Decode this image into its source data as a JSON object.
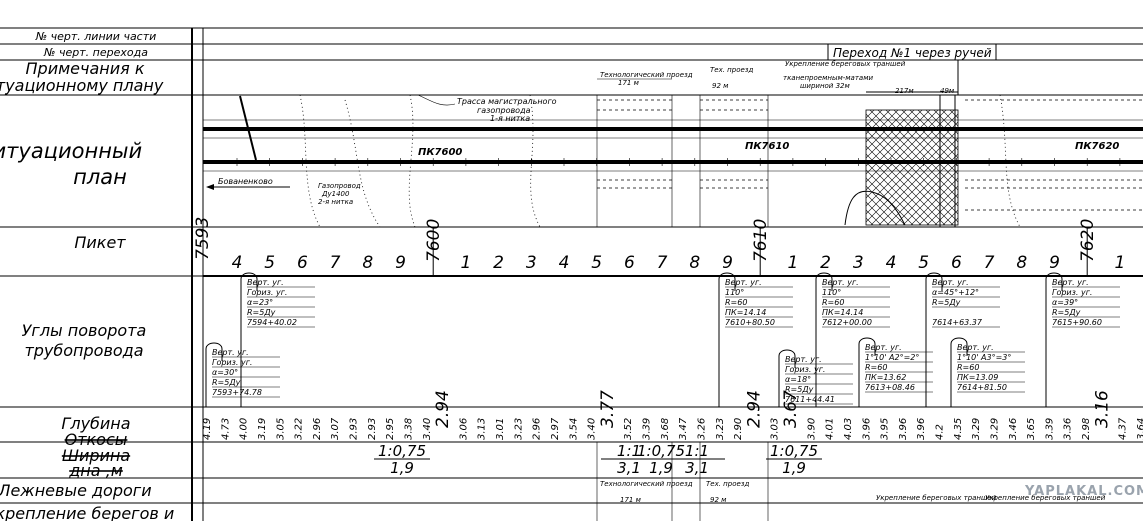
{
  "row_labels": {
    "line_sheet": "№ черт. линии части",
    "crossing_sheet": "№ черт. перехода",
    "notes_1": "Примечания к",
    "notes_2": "ситуационному плану",
    "situation_1": "Ситуационный",
    "situation_2": "план",
    "picket": "Пикет",
    "angles_1": "Углы поворота",
    "angles_2": "трубопровода",
    "depth": "Глубина",
    "slopes": "Откосы",
    "width_1": "Ширина",
    "width_2": "дна ,м",
    "roads": "Лежневые дороги",
    "banks": "Укрепление берегов и"
  },
  "header_notes": {
    "crossing_title": "Переход №1 через ручей",
    "tech_road_1": "Технологический проезд",
    "tech_road_len_1": "171 м",
    "tech_road_2": "Тех. проезд",
    "tech_road_len_2": "92 м",
    "bank_strength_1": "Укрепление береговых траншей",
    "bank_strength_2": "тканепроемным-матами",
    "bank_strength_3": "шириной 32м"
  },
  "plan_labels": {
    "route": "Трасса магистрального",
    "route_2": "газопровода",
    "route_3": "1-я нитка",
    "pk7600": "ПК7600",
    "pk7610": "ПК7610",
    "pk7620": "ПК7620",
    "direction": "Бованенково",
    "gas_1": "Газопровод",
    "gas_2": "Ду1400",
    "gas_3": "2-я нитка",
    "dim_217": "217м",
    "dim_49": "49м"
  },
  "pickets": {
    "start": "7593",
    "numbers": [
      "4",
      "5",
      "6",
      "7",
      "8",
      "9",
      "7600",
      "1",
      "2",
      "3",
      "4",
      "5",
      "6",
      "7",
      "8",
      "9",
      "7610",
      "1",
      "2",
      "3",
      "4",
      "5",
      "6",
      "7",
      "8",
      "9",
      "7620",
      "1"
    ]
  },
  "angles": [
    {
      "a": "Верт. уг.",
      "b": "Гориз. уг.",
      "c": "α=23°",
      "d": "R=5Ду",
      "e": "7594+40.02"
    },
    {
      "a": "Верт. уг.",
      "b": "Гориз. уг.",
      "c": "α=30°",
      "d": "R=5Ду",
      "e": "7593+74.78"
    },
    {
      "a": "Верт. уг.",
      "b": "110°",
      "c": "R=60",
      "d": "ПК=14.14",
      "e": "7610+80.50"
    },
    {
      "a": "Верт. уг.",
      "b": "110°",
      "c": "R=60",
      "d": "ПК=14.14",
      "e": "7612+00.00"
    },
    {
      "a": "Верт. уг.",
      "b": "Гориз. уг.",
      "c": "α=18°",
      "d": "R=5Ду",
      "e": "7611+44.41"
    },
    {
      "a": "Верт. уг.",
      "b": "1°10' A2°=2°",
      "c": "R=60",
      "d": "ПК=13.62",
      "e": "7613+08.46"
    },
    {
      "a": "Верт. уг.",
      "b": "α=45°+12°",
      "c": "R=5Ду",
      "d": "",
      "e": "7614+63.37"
    },
    {
      "a": "Верт. уг.",
      "b": "1°10' A3°=3°",
      "c": "R=60",
      "d": "ПК=13.09",
      "e": "7614+81.50"
    },
    {
      "a": "Верт. уг.",
      "b": "Гориз. уг.",
      "c": "α=39°",
      "d": "R=5Ду",
      "e": "7615+90.60"
    }
  ],
  "depths": [
    "4.19",
    "4.73",
    "4.00",
    "3.19",
    "3.05",
    "3.22",
    "2.96",
    "3.07",
    "2.93",
    "2.93",
    "2.95",
    "3.38",
    "3.40",
    "2.94",
    "3.06",
    "3.13",
    "3.01",
    "3.23",
    "2.96",
    "2.97",
    "3.54",
    "3.40",
    "3.77",
    "3.52",
    "3.39",
    "3.68",
    "3.47",
    "3.26",
    "3.23",
    "2.90",
    "2.94",
    "3.03",
    "3.67",
    "3.90",
    "4.01",
    "4.03",
    "3.96",
    "3.95",
    "3.96",
    "3.96",
    "4.2",
    "4.35",
    "3.29",
    "3.29",
    "3.46",
    "3.65",
    "3.39",
    "3.36",
    "2.98",
    "3.16",
    "4.37",
    "3.64"
  ],
  "slopes": [
    {
      "ratio": "1:0,75",
      "width": "1,9"
    },
    {
      "ratio": "1:1",
      "width": "3,1"
    },
    {
      "ratio": "1:0,75",
      "width": "1,9"
    },
    {
      "ratio": "1:1",
      "width": "3,1"
    },
    {
      "ratio": "1:0,75",
      "width": "1,9"
    }
  ],
  "bottom_notes": {
    "road_1": "Технологический проезд",
    "road_1_len": "171 м",
    "road_2": "Тех. проезд",
    "road_2_len": "92 м",
    "bank_1": "Укрепление береговых траншей",
    "bank_2": "Укрепление береговых траншей"
  },
  "watermark": "YAPLAKAL.COM"
}
